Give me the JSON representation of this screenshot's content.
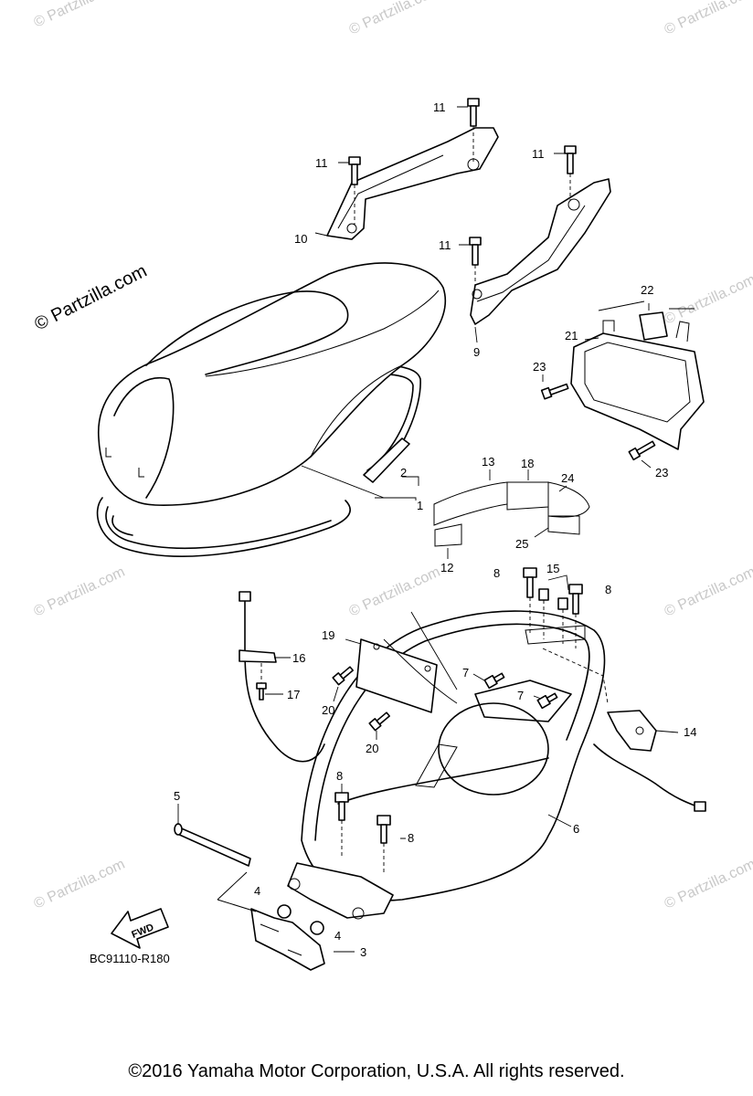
{
  "watermark_text": "© Partzilla.com",
  "diagram_code": "BC91110-R180",
  "fwd_label": "FWD",
  "copyright": "©2016  Yamaha Motor Corporation, U.S.A. All rights reserved.",
  "callouts": {
    "c1": "1",
    "c2": "2",
    "c3": "3",
    "c4a": "4",
    "c4b": "4",
    "c5": "5",
    "c6": "6",
    "c7a": "7",
    "c7b": "7",
    "c8a": "8",
    "c8b": "8",
    "c8c": "8",
    "c8d": "8",
    "c9": "9",
    "c10": "10",
    "c11a": "11",
    "c11b": "11",
    "c11c": "11",
    "c11d": "11",
    "c12": "12",
    "c13": "13",
    "c14": "14",
    "c15": "15",
    "c16": "16",
    "c17": "17",
    "c18": "18",
    "c19": "19",
    "c20a": "20",
    "c20b": "20",
    "c21": "21",
    "c22": "22",
    "c23a": "23",
    "c23b": "23",
    "c24": "24",
    "c25": "25"
  }
}
